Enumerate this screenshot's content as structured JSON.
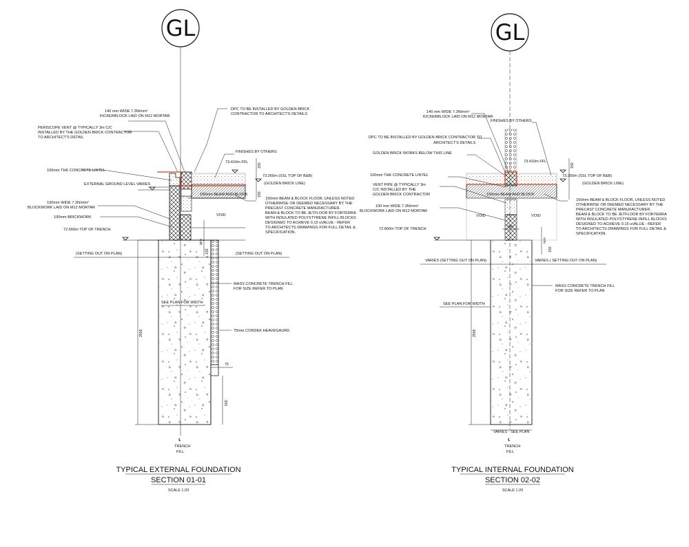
{
  "grid_marker": "GL",
  "left": {
    "labels": {
      "kickerblock": [
        "140 mm WIDE 7.3N/mm²",
        "KICKERBLOCK LAID ON M12 MORTAR"
      ],
      "periscope": [
        "PERISCOPE VENT @ TYPICALLY 3m C/C",
        "INSTALLED BY THE GOLDEN BRICK CONTRACTOR",
        "TO ARCHITECT'S DETAIL"
      ],
      "dpc": [
        "DPC TO BE INSTALLED BY GOLDEN BRICK",
        "CONTRACTOR TO ARCHITECT'S DETAILS"
      ],
      "finishes": "FINISHES BY OTHERS",
      "ffl": "73.410m FFL",
      "ssl": [
        "73.260m (SSL TOP OF B&B)",
        "(GOLDEN BRICK LINE)"
      ],
      "lintel": "100mm THK CONCRETE LINTEL",
      "ground": "EXTERNAL GROUND LEVEL VARIES",
      "blockwork": [
        "100mm WIDE 7.3N/mm²",
        "BLOCKWORK LAID ON M12 MORTAR"
      ],
      "brickwork": "100mm BRICKWORK",
      "top_trench": "72.660m TOP OF TRENCH",
      "beam_block": "150mm BEAM AND BLOCK",
      "floor_note": [
        "150mm BEAM & BLOCK FLOOR, UNLESS NOTED",
        "OTHERWISE OR DEEMED NECESSARY BY THE",
        "PRECAST CONCRETE MANUFACTURER.",
        "BEAM & BLOCK TO BE JETFLOOR BY FORTERRA",
        "WITH INSULATED POLYSTYRENE INFILL BLOCKS",
        "DESIGNED TO ACHIEVE 0.15 uVALUE - REFER",
        "TO ARCHITECTS DRAWINGS FOR FULL DETAIL &",
        "SPECIFICATION."
      ],
      "void": "VOID",
      "setting_out_left": "(SETTING OUT ON PLAN)",
      "setting_out_right": "(SETTING OUT ON PLAN)",
      "mass_concrete": [
        "MASS CONCRETE TRENCH FILL",
        "FOR SIZE REFER TO PLAN"
      ],
      "see_plan": "SEE PLAN FOR WIDTH",
      "cordek": "75mm CORDEK HEAVEGAURD",
      "dim_150a": "150",
      "dim_150b": "150",
      "dim_150c": "150",
      "dim_2500": "2500",
      "dim_75": "75",
      "dim_500": "500",
      "cl": "℄",
      "trench_fill": [
        "TRENCH",
        "FILL"
      ]
    },
    "title": "TYPICAL EXTERNAL FOUNDATION",
    "section": "SECTION 01-01",
    "scale": "SCALE 1:20"
  },
  "right": {
    "labels": {
      "kickerblock": [
        "140 mm WIDE 7.3N/mm²",
        "KICKERBLOCK LAID ON M12 MORTAR"
      ],
      "dpc": [
        "DPC TO BE INSTALLED BY GOLDEN BRICK CONTRACTOR TO",
        "ARCHITECT'S DETAILS"
      ],
      "works_below": "GOLDEN BRICK WORKS BELOW THIS LINE",
      "finishes": "FINISHES BY OTHERS",
      "ffl": "73.410m FFL",
      "ssl": [
        "73.260m (SSL TOP OF B&B)",
        "(GOLDEN BRICK LINE)"
      ],
      "lintel": "100mm THK CONCRETE LINTEL",
      "vent": [
        "VENT PIPE @ TYPICALLY 3m",
        "C/C INSTALLED BY THE",
        "GOLDEN BRICK CONTRACTOR"
      ],
      "blockwork": [
        "100 mm WIDE 7.3N/mm²",
        "BLOCKWORK LAID ON M12 MORTAR"
      ],
      "top_trench": "72.660m TOP OF TRENCH",
      "beam_block": "150mm BEAM AND BLOCK",
      "floor_note": [
        "150mm BEAM & BLOCK FLOOR, UNLESS NOTED",
        "OTHERWISE OR DEEMED NECESSARY BY THE",
        "PRECAST CONCRETE MANUFACTURER.",
        "BEAM & BLOCK TO BE JETFLOOR BY FORTERRA",
        "WITH INSULATED POLYSTYRENE INFILL BLOCKS",
        "DESIGNED TO ACHIEVE 0.15 uVALUE - REFER",
        "TO ARCHITECTS DRAWINGS FOR FULL DETAIL &",
        "SPECIFICATION."
      ],
      "void_left": "VOID",
      "void_right": "VOID",
      "setting_out_left": "VARIES (SETTING OUT ON PLAN)",
      "setting_out_right": "VARIES ( SETTING OUT ON PLAN)",
      "mass_concrete": [
        "MASS CONCRETE TRENCH FILL",
        "FOR SIZE REFER TO PLAN"
      ],
      "see_plan": "SEE PLAN FOR WIDTH",
      "varies_see_plan": "VARIES - SEE PLAN",
      "dim_150a": "150",
      "dim_150b": "150",
      "dim_140": "140",
      "dim_2500": "2500",
      "cl": "℄",
      "trench_fill": [
        "TRENCH",
        "FILL"
      ]
    },
    "title": "TYPICAL INTERNAL FOUNDATION",
    "section": "SECTION 02-02",
    "scale": "SCALE 1:20"
  }
}
